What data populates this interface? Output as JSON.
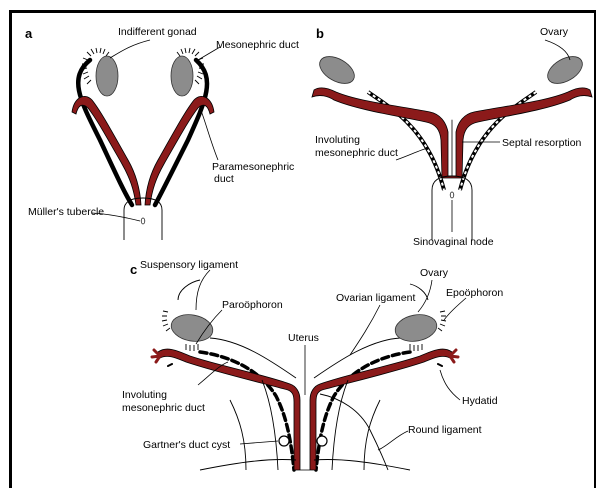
{
  "panels": {
    "a": {
      "letter": "a",
      "labels": {
        "indifferent_gonad": "Indifferent gonad",
        "mesonephric_duct": "Mesonephric duct",
        "paramesonephric_duct_line1": "Paramesonephric",
        "paramesonephric_duct_line2": "duct",
        "mullers_tubercle": "Müller's tubercle"
      }
    },
    "b": {
      "letter": "b",
      "labels": {
        "ovary": "Ovary",
        "involuting_line1": "Involuting",
        "involuting_line2": "mesonephric duct",
        "septal_resorption": "Septal resorption",
        "sinovaginal_node": "Sinovaginal node"
      }
    },
    "c": {
      "letter": "c",
      "labels": {
        "suspensory_ligament": "Suspensory ligament",
        "paroophoron": "Paroöphoron",
        "uterus": "Uterus",
        "ovarian_ligament": "Ovarian ligament",
        "ovary": "Ovary",
        "epoophoron": "Epoöphoron",
        "hydatid": "Hydatid",
        "involuting_line1": "Involuting",
        "involuting_line2": "mesonephric duct",
        "gartners_duct_cyst": "Gartner's duct cyst",
        "round_ligament": "Round ligament"
      }
    }
  },
  "colors": {
    "paramesonephric_duct": "#8b1a1a",
    "mesonephric_duct": "#000000",
    "gonad": "#8c8c8c"
  }
}
